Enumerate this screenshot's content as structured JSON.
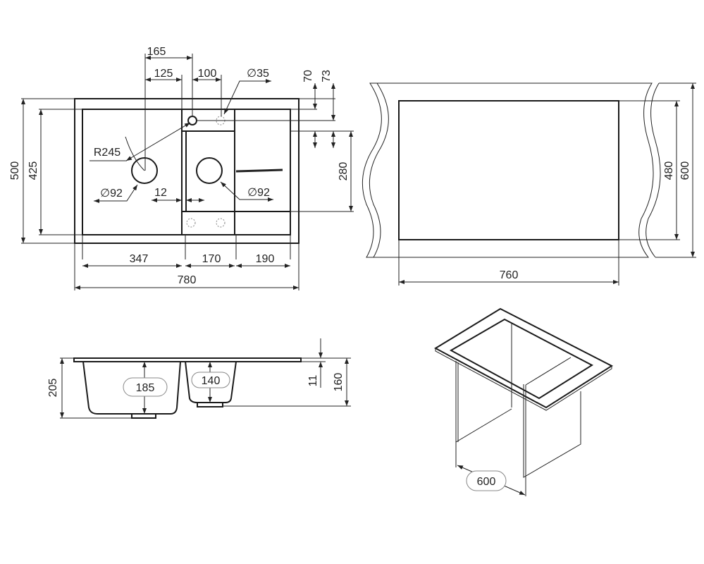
{
  "top_view": {
    "dims": {
      "d165": "165",
      "d125": "125",
      "d100": "100",
      "d35": "∅35",
      "d70": "70",
      "d73": "73",
      "d500": "500",
      "d425": "425",
      "d280": "280",
      "r245": "R245",
      "d92a": "∅92",
      "d92b": "∅92",
      "d12": "12",
      "d347": "347",
      "d170": "170",
      "d190": "190",
      "d780": "780"
    }
  },
  "cutout_view": {
    "dims": {
      "d760": "760",
      "d480": "480",
      "d600": "600"
    }
  },
  "side_view": {
    "dims": {
      "d205": "205",
      "d185": "185",
      "d140": "140",
      "d11": "11",
      "d160": "160"
    }
  },
  "cabinet_view": {
    "dims": {
      "d600": "600"
    }
  }
}
